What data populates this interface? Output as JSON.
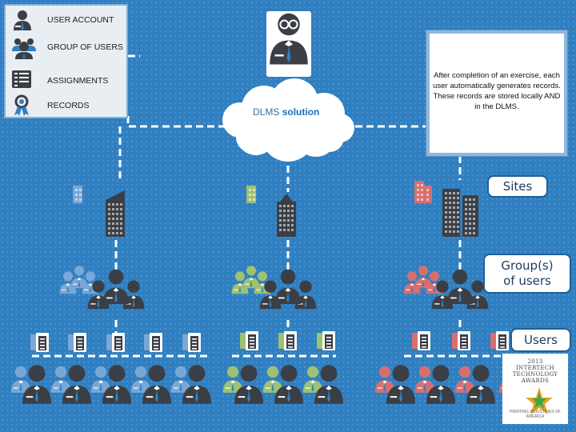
{
  "legend": {
    "items": [
      {
        "label": "USER ACCOUNT",
        "icon": "user-icon"
      },
      {
        "label": "GROUP OF USERS",
        "icon": "group-icon"
      },
      {
        "label": "ASSIGNMENTS",
        "icon": "assignments-icon"
      },
      {
        "label": "RECORDS",
        "icon": "records-icon"
      }
    ]
  },
  "cloud": {
    "prefix": "DLMS",
    "suffix": "solution"
  },
  "note": {
    "text": "After completion of an exercise, each user automatically generates records. These records are stored locally AND in the DLMS."
  },
  "labels": {
    "sites": "Sites",
    "groups_line1": "Group(s)",
    "groups_line2": "of users",
    "users": "Users"
  },
  "award": {
    "line1": "2013",
    "line2": "INTERTECH",
    "line3": "TECHNOLOGY",
    "line4": "AWARDS",
    "footer": "PRINTING INDUSTRIES OF AMERICA"
  },
  "colors": {
    "background": "#2f7fc1",
    "left_branch": "#7aa7d6",
    "middle_branch": "#9fc173",
    "right_branch": "#d86f6f",
    "person_dark": "#3b3f45",
    "connector": "#ffffff"
  }
}
